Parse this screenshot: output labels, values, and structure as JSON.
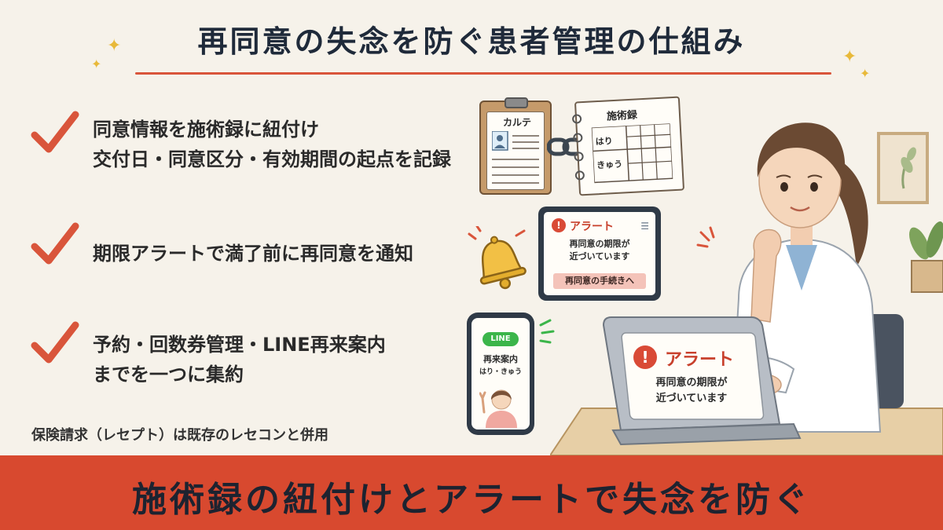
{
  "title": "再同意の失念を防ぐ患者管理の仕組み",
  "checklist": [
    {
      "lines": [
        "同意情報を施術録に紐付け",
        "交付日・同意区分・有効期間の起点を記録"
      ]
    },
    {
      "lines": [
        "期限アラートで満了前に再同意を通知"
      ]
    },
    {
      "lines": [
        "予約・回数券管理・LINE再来案内",
        "までを一つに集約"
      ]
    }
  ],
  "note": "保険請求（レセプト）は既存のレセコンと併用",
  "illustration": {
    "karte_label": "カルテ",
    "record": {
      "title": "施術録",
      "row1": "はり",
      "row2": "きゅう"
    },
    "tablet": {
      "icon": "!",
      "heading": "アラート",
      "message_line1": "再同意の期限が",
      "message_line2": "近づいています",
      "button": "再同意の手続きへ"
    },
    "phone": {
      "badge": "LINE",
      "line1": "再来案内",
      "line2": "はり・きゅう"
    },
    "laptop": {
      "icon": "!",
      "heading": "アラート",
      "message_line1": "再同意の期限が",
      "message_line2": "近づいています"
    }
  },
  "banner": "施術録の紐付けとアラートで失念を防ぐ",
  "colors": {
    "accent": "#d8492f",
    "check": "#d9553b",
    "line_green": "#3bb54a",
    "sparkle": "#e8b93a"
  }
}
